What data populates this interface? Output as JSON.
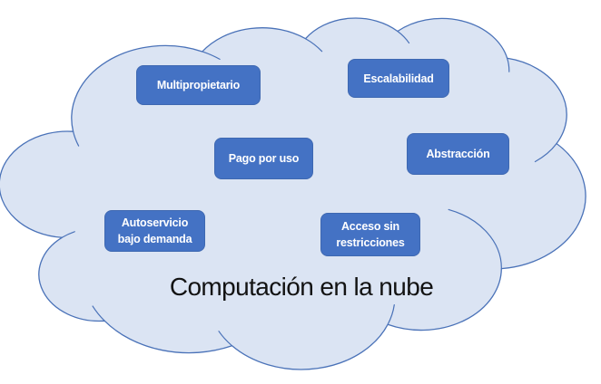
{
  "diagram": {
    "title": "Computación en la nube",
    "cloud_shape": "cloud",
    "nodes": [
      {
        "id": "multipropietario",
        "label": "Multipropietario"
      },
      {
        "id": "escalabilidad",
        "label": "Escalabilidad"
      },
      {
        "id": "pago-por-uso",
        "label": "Pago por uso"
      },
      {
        "id": "abstraccion",
        "label": "Abstracción"
      },
      {
        "id": "autoservicio-bajo-demanda",
        "label": "Autoservicio bajo demanda"
      },
      {
        "id": "acceso-sin-restricciones",
        "label": "Acceso sin restricciones"
      }
    ],
    "colors": {
      "background": "#ffffff",
      "cloud_fill": "#dbe4f3",
      "cloud_stroke": "#4a72b8",
      "node_fill": "#4472c4",
      "node_border": "#3e68b1",
      "node_text": "#ffffff",
      "title_text": "#131313"
    }
  }
}
